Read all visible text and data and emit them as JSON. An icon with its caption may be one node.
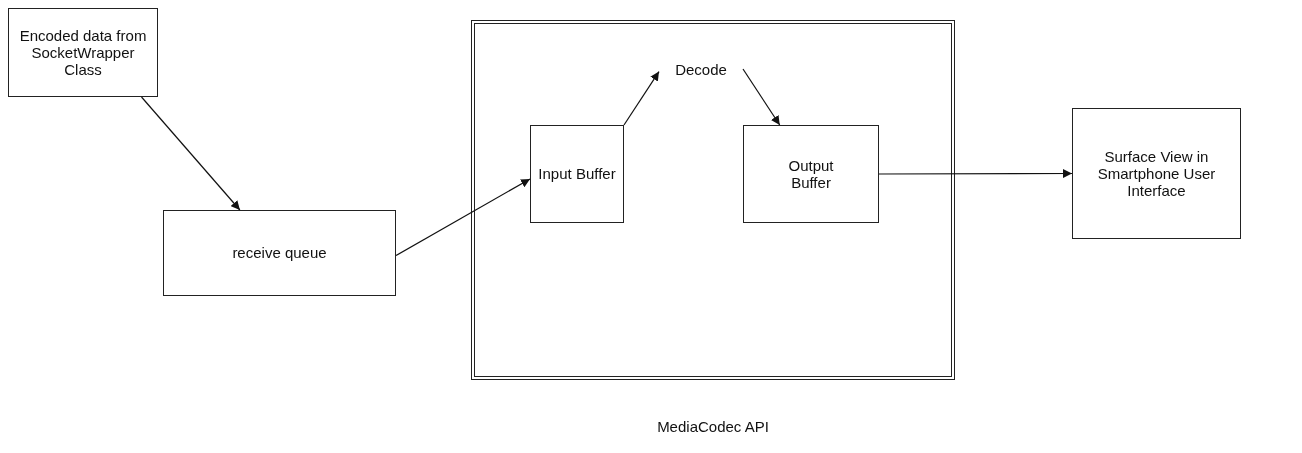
{
  "diagram": {
    "nodes": [
      {
        "text": [
          "Encoded data from SocketWrapper Class"
        ]
      },
      {
        "text": [
          "receive queue"
        ]
      },
      {
        "text": [
          "MediaCodec API"
        ]
      },
      {
        "text": [
          "Input Buffer"
        ],
        "in": 2
      },
      {
        "text": [
          "Decode"
        ],
        "in": 2
      },
      {
        "text": [
          "Output Buffer"
        ],
        "in": 2
      },
      {
        "text": [
          "Surface View in Smartphone User Interface"
        ]
      }
    ],
    "edges": [
      {
        "from": 0,
        "to": 1,
        "arrow": "to"
      },
      {
        "from": 1,
        "to": 3,
        "arrow": "to"
      },
      {
        "from": 3,
        "to": 4,
        "arrow": "to"
      },
      {
        "from": 4,
        "to": 5,
        "arrow": "to"
      },
      {
        "from": 5,
        "to": 6,
        "arrow": "to"
      }
    ]
  }
}
